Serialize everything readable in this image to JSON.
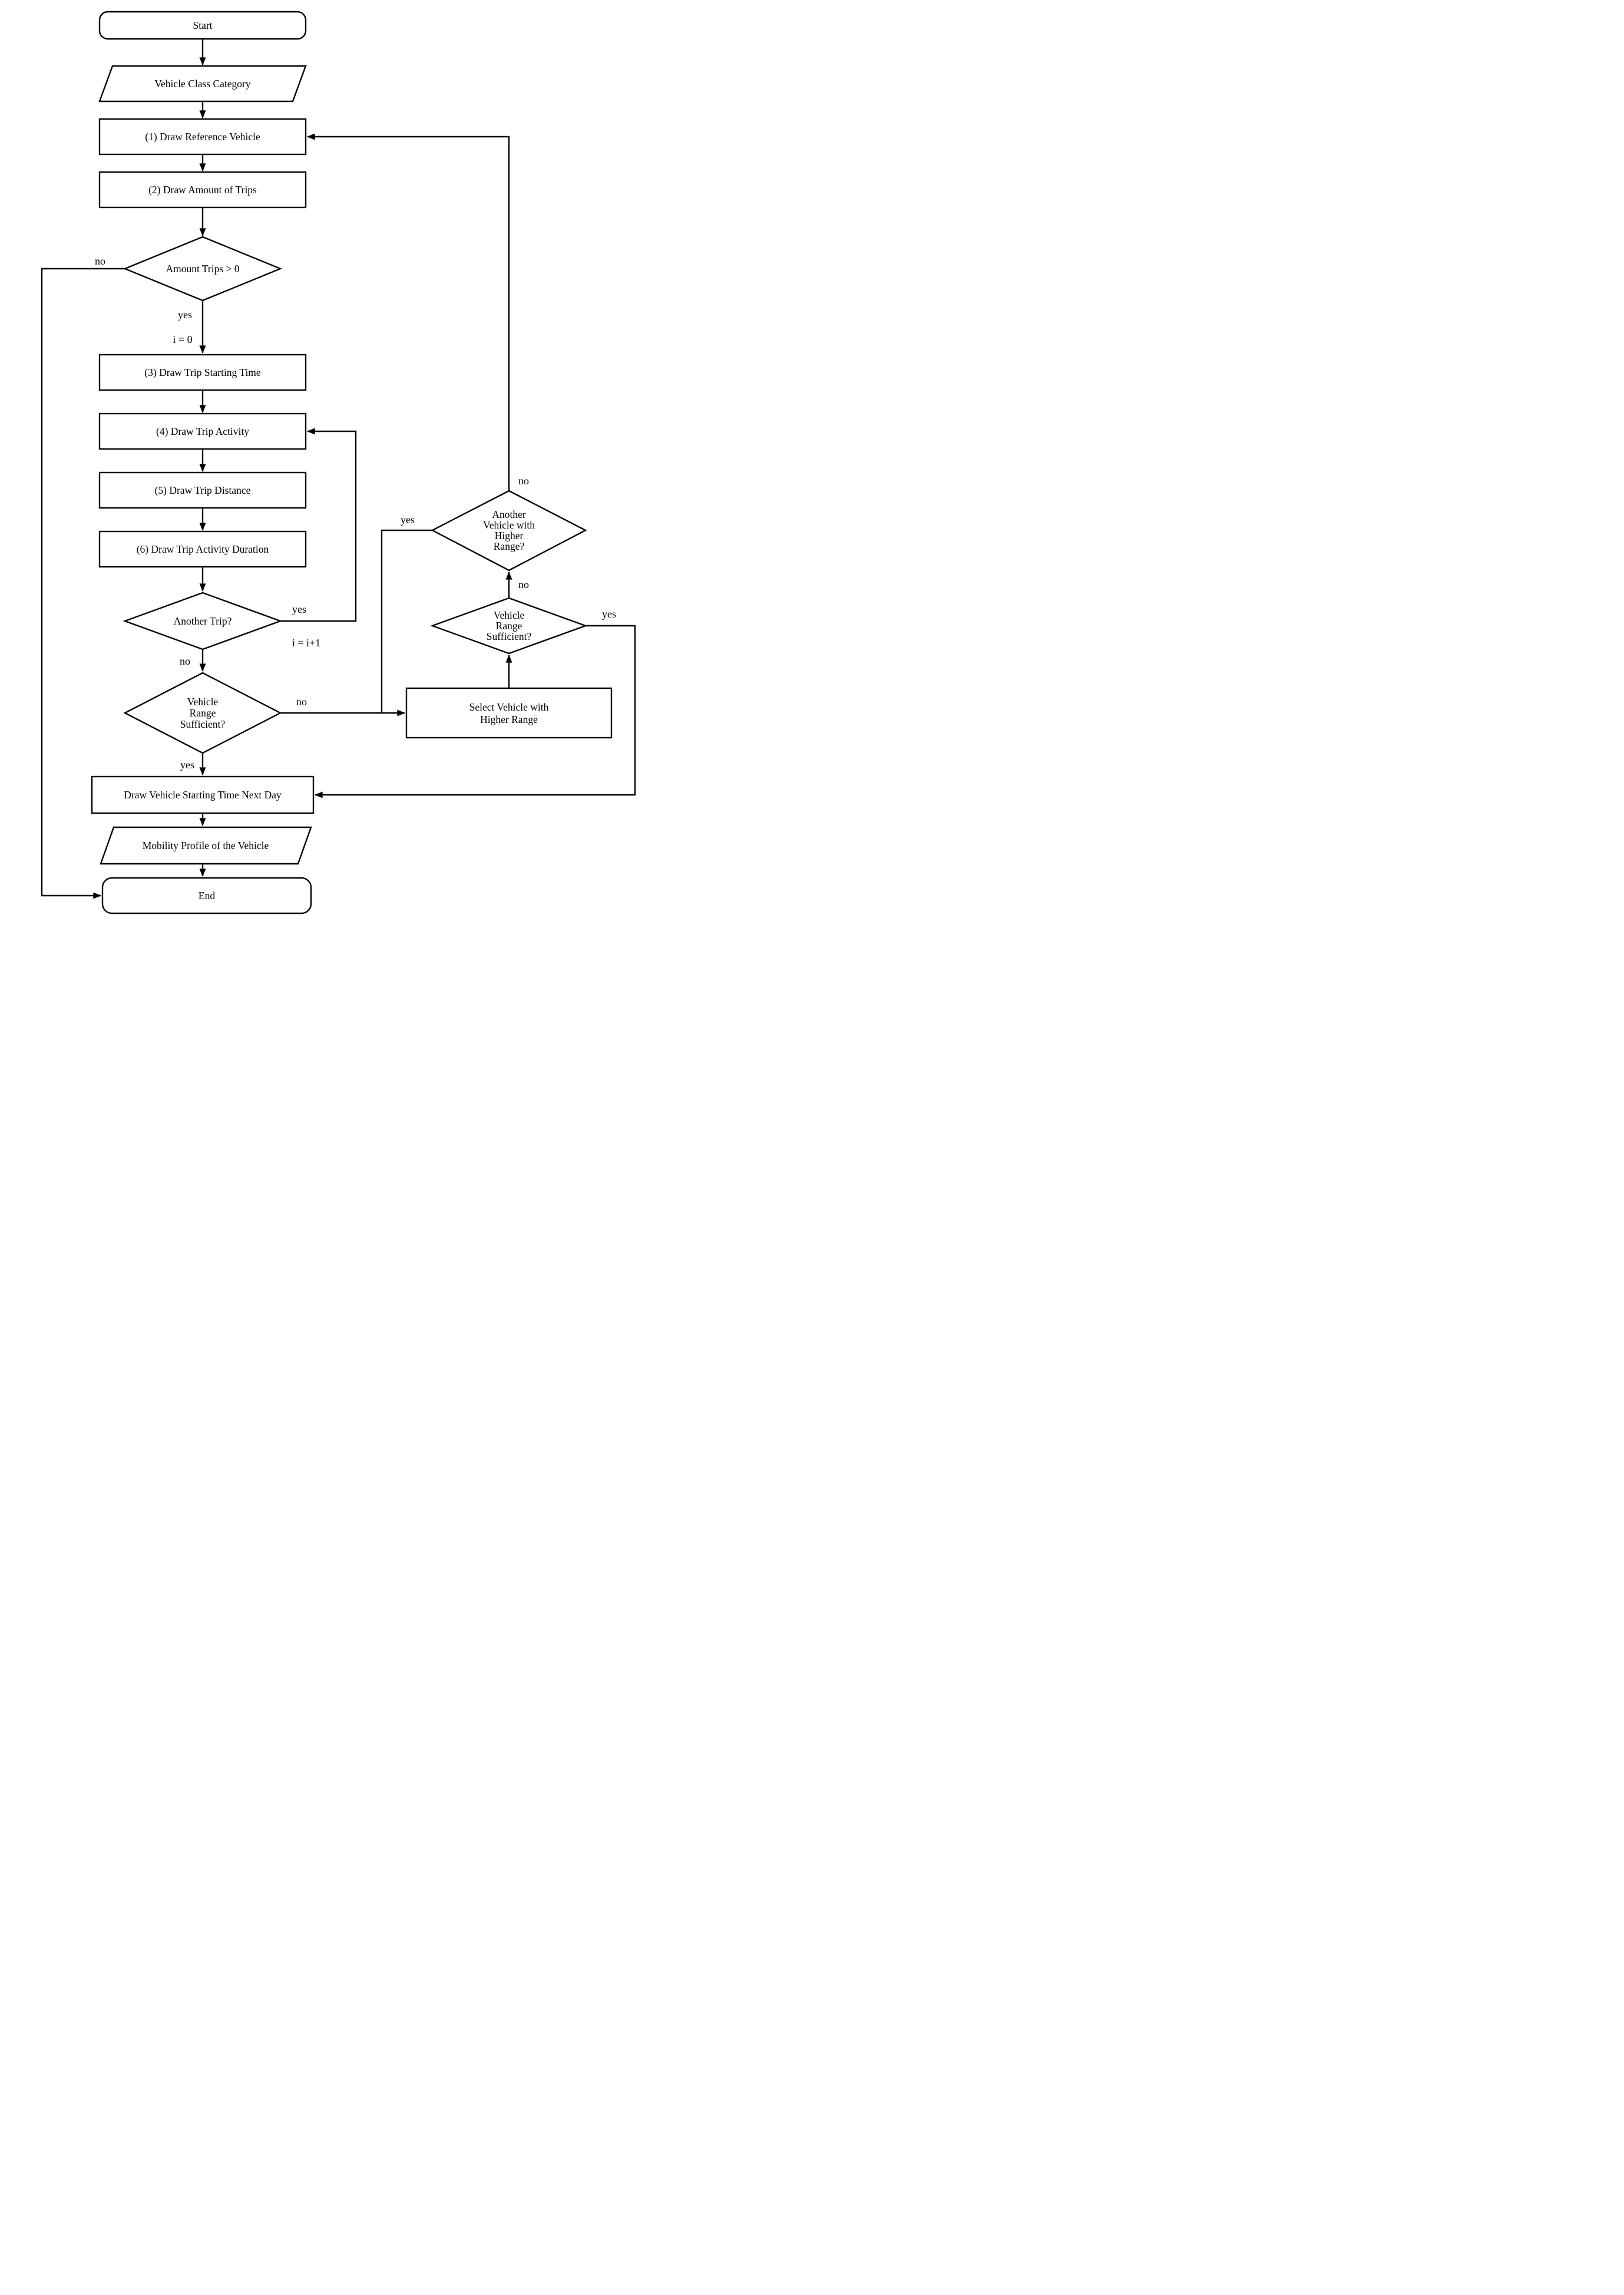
{
  "flow": {
    "colors": {
      "stroke": "#000000",
      "background": "#ffffff"
    },
    "nodes": {
      "start": {
        "type": "terminator",
        "label": "Start"
      },
      "vehicle_class_category": {
        "type": "data",
        "label": "Vehicle Class Category"
      },
      "draw_reference_vehicle": {
        "type": "process",
        "label": "(1) Draw Reference Vehicle"
      },
      "draw_amount_of_trips": {
        "type": "process",
        "label": "(2) Draw Amount of Trips"
      },
      "amount_trips_gt_0": {
        "type": "decision",
        "label": "Amount Trips > 0"
      },
      "draw_trip_starting_time": {
        "type": "process",
        "label": "(3) Draw Trip Starting Time"
      },
      "draw_trip_activity": {
        "type": "process",
        "label": "(4) Draw Trip Activity"
      },
      "draw_trip_distance": {
        "type": "process",
        "label": "(5) Draw Trip Distance"
      },
      "draw_trip_activity_duration": {
        "type": "process",
        "label": "(6) Draw Trip Activity Duration"
      },
      "another_trip": {
        "type": "decision",
        "label": "Another Trip?"
      },
      "vehicle_range_sufficient_left": {
        "type": "decision",
        "lines": [
          "Vehicle",
          "Range",
          "Sufficient?"
        ]
      },
      "draw_vehicle_starting_time_next_day": {
        "type": "process",
        "label": "Draw Vehicle Starting Time Next Day"
      },
      "mobility_profile_of_the_vehicle": {
        "type": "data",
        "label": "Mobility Profile of the Vehicle"
      },
      "end": {
        "type": "terminator",
        "label": "End"
      },
      "select_vehicle_with_higher_range": {
        "type": "process",
        "lines": [
          "Select Vehicle with",
          "Higher Range"
        ]
      },
      "vehicle_range_sufficient_right": {
        "type": "decision",
        "lines": [
          "Vehicle",
          "Range",
          "Sufficient?"
        ]
      },
      "another_vehicle_with_higher_range": {
        "type": "decision",
        "lines": [
          "Another",
          "Vehicle with",
          "Higher",
          "Range?"
        ]
      }
    },
    "edge_labels": {
      "amount_trips_no": "no",
      "amount_trips_yes": "yes",
      "init_counter": "i = 0",
      "another_trip_yes": "yes",
      "increment_counter": "i = i+1",
      "another_trip_no": "no",
      "range_left_no": "no",
      "range_left_yes": "yes",
      "range_right_yes": "yes",
      "range_right_no": "no",
      "another_vehicle_yes": "yes",
      "another_vehicle_no": "no"
    }
  }
}
